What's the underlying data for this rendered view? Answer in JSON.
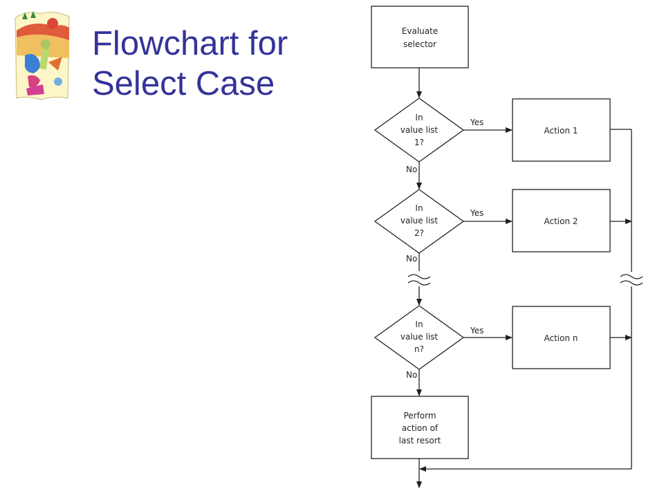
{
  "slide": {
    "title_line1": "Flowchart for",
    "title_line2": "Select Case",
    "colors": {
      "title": "#333399",
      "lines": "#231f20",
      "background": "#ffffff"
    },
    "logo_icon": "cartoon-clipart-icon"
  },
  "flowchart": {
    "start": {
      "line1": "Evaluate",
      "line2": "selector"
    },
    "decisions": [
      {
        "line1": "In",
        "line2": "value list",
        "line3": "1?"
      },
      {
        "line1": "In",
        "line2": "value list",
        "line3": "2?"
      },
      {
        "line1": "In",
        "line2": "value list",
        "line3": "n?"
      }
    ],
    "actions": [
      {
        "label": "Action 1"
      },
      {
        "label": "Action 2"
      },
      {
        "label": "Action n"
      }
    ],
    "final": {
      "line1": "Perform",
      "line2": "action of",
      "line3": "last resort"
    },
    "yes_label": "Yes",
    "no_label": "No"
  }
}
